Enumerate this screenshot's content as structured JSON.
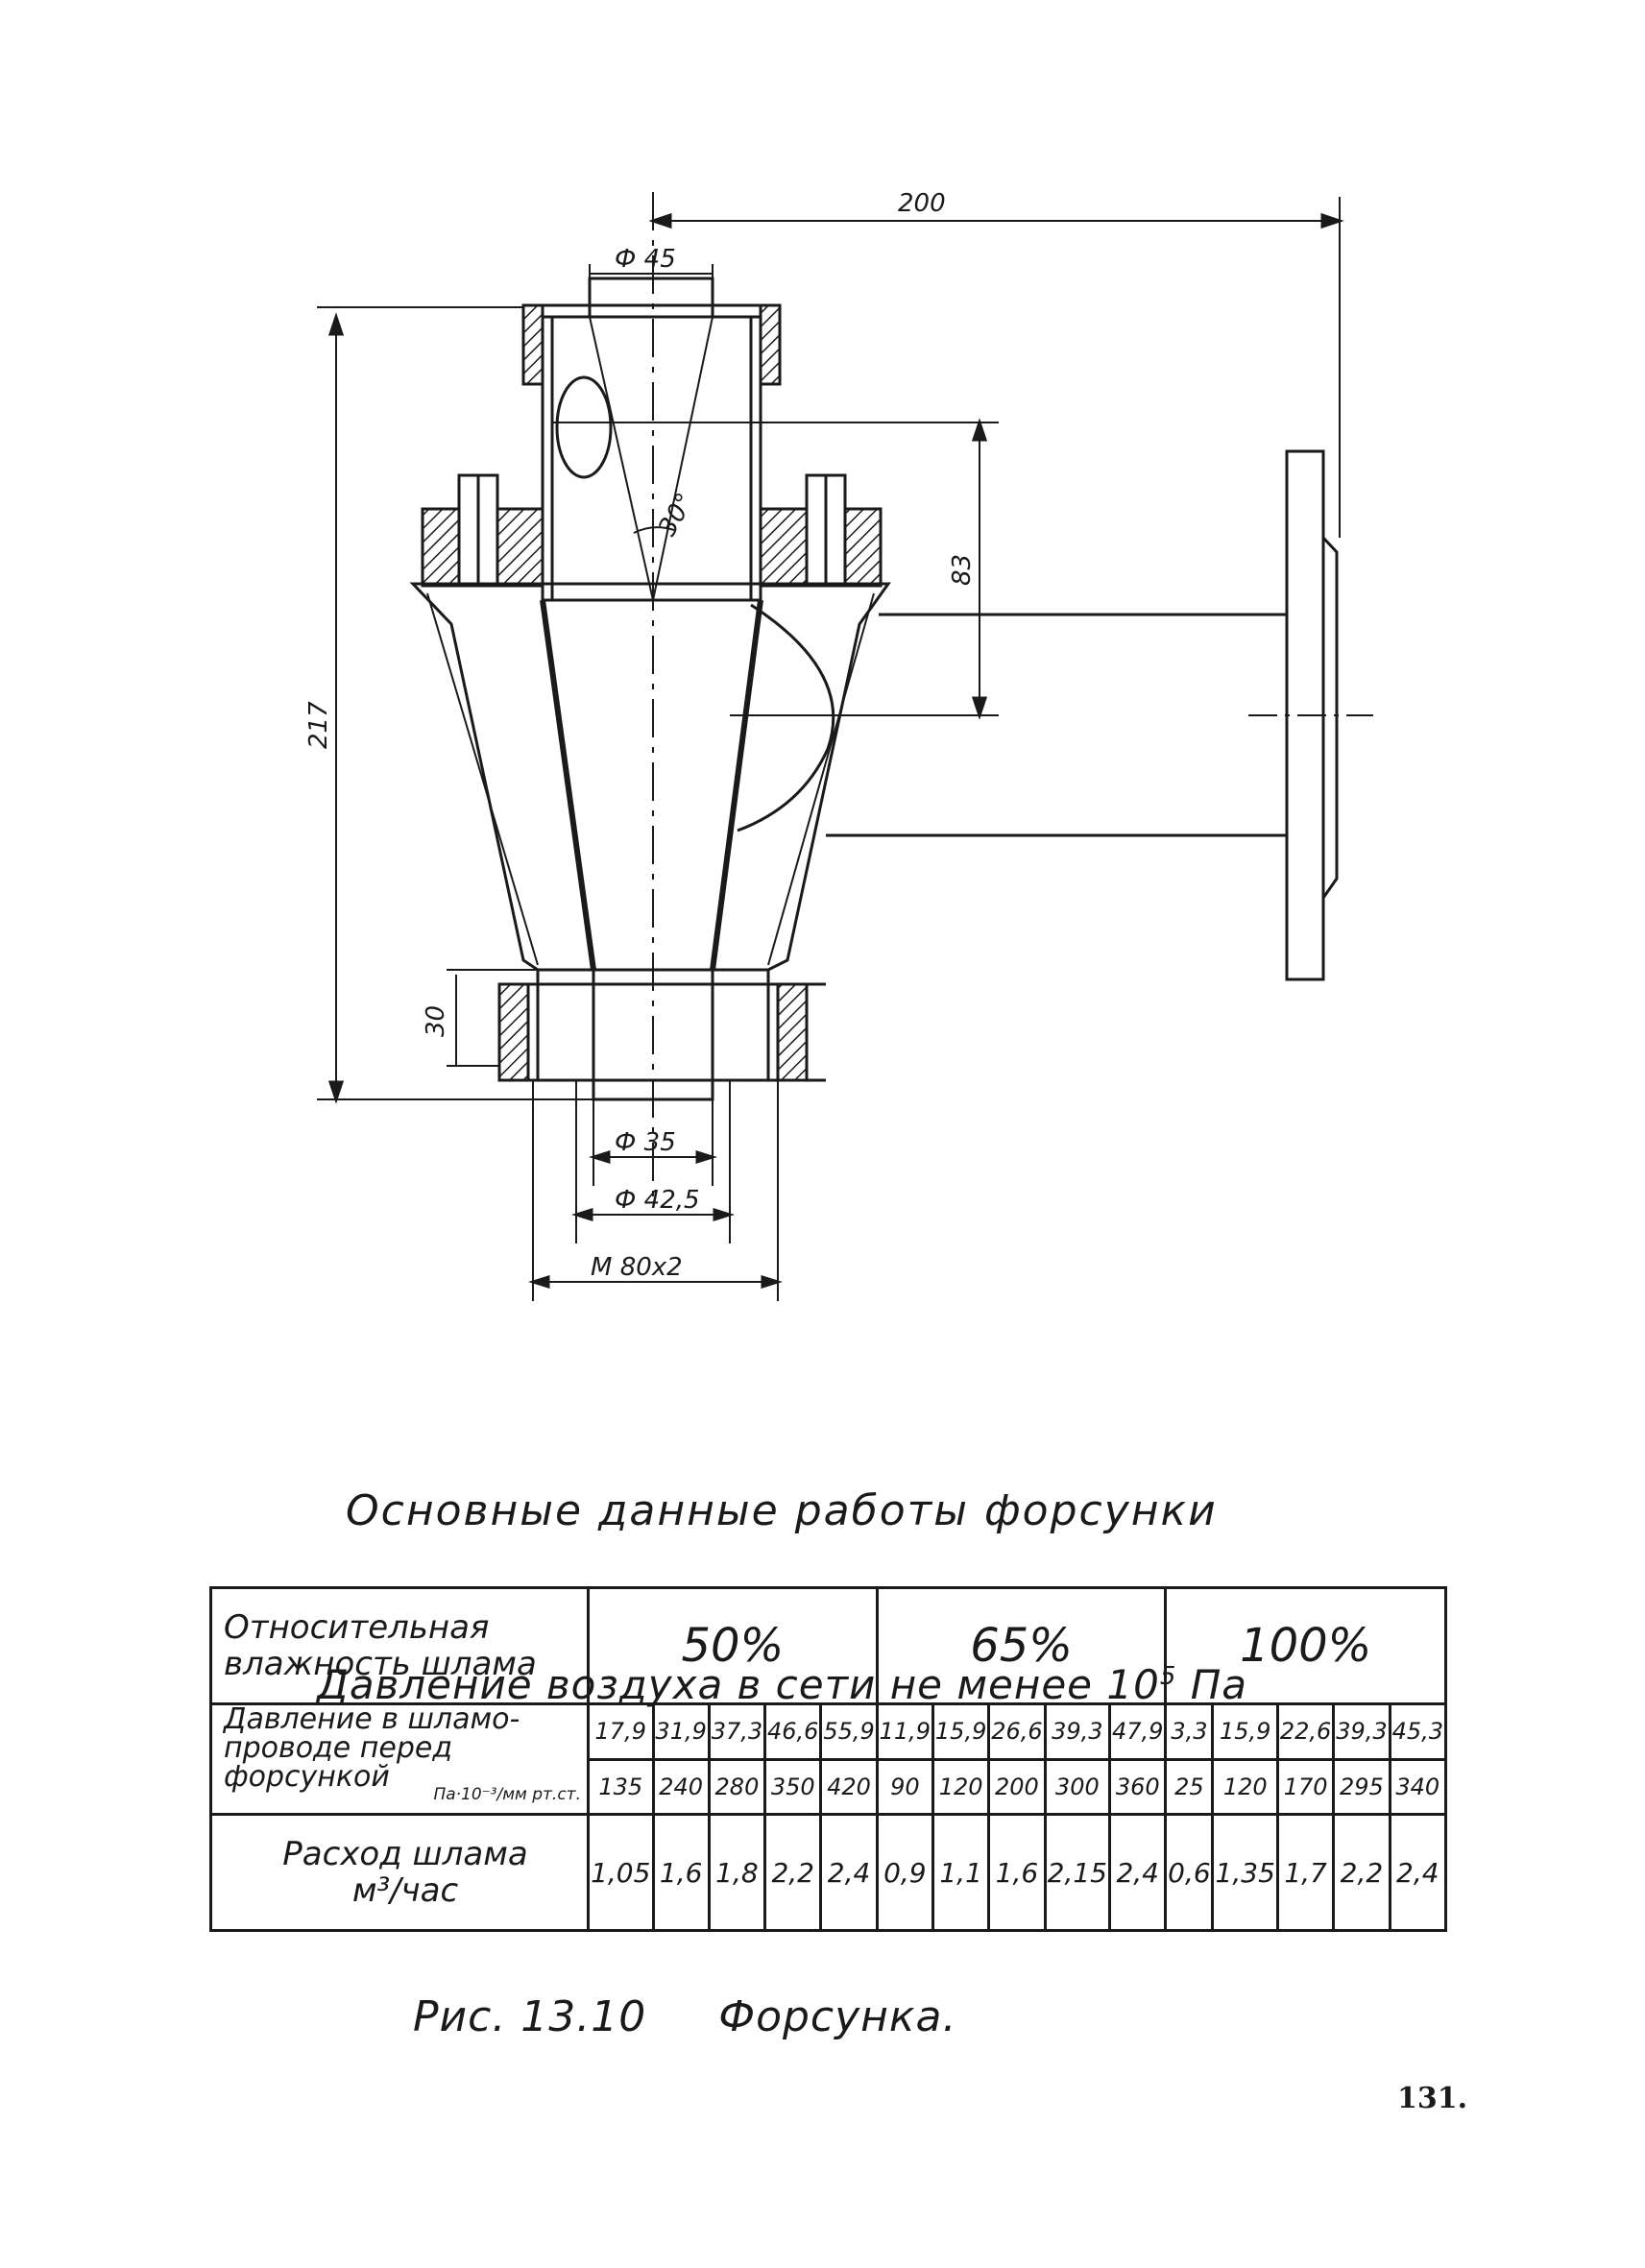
{
  "drawing": {
    "dimensions": {
      "phi45": "Ф 45",
      "d200": "200",
      "d217": "217",
      "d83": "83",
      "angle30": "30°",
      "d30": "30",
      "phi35": "Ф 35",
      "phi42_5": "Ф 42,5",
      "m80": "М 80х2"
    }
  },
  "table": {
    "title": "Основные данные работы форсунки",
    "header": {
      "label_line1": "Относительная",
      "label_line2": "влажность шлама",
      "groups": [
        "50%",
        "65%",
        "100%"
      ]
    },
    "pressure": {
      "label_line1": "Давление в шламо-",
      "label_line2": "проводе перед форсункой",
      "units": "Па·10⁻³/мм рт.ст.",
      "pa_row": [
        "17,9",
        "31,9",
        "37,3",
        "46,6",
        "55,9",
        "11,9",
        "15,9",
        "26,6",
        "39,3",
        "47,9",
        "3,3",
        "15,9",
        "22,6",
        "39,3",
        "45,3"
      ],
      "mm_row": [
        "135",
        "240",
        "280",
        "350",
        "420",
        "90",
        "120",
        "200",
        "300",
        "360",
        "25",
        "120",
        "170",
        "295",
        "340"
      ]
    },
    "flow": {
      "label_line1": "Расход шлама",
      "label_line2": "м³/час",
      "values": [
        "1,05",
        "1,6",
        "1,8",
        "2,2",
        "2,4",
        "0,9",
        "1,1",
        "1,6",
        "2,15",
        "2,4",
        "0,6",
        "1,35",
        "1,7",
        "2,2",
        "2,4"
      ]
    }
  },
  "air_note": {
    "text": "Давление воздуха в сети не менее 10",
    "exponent": "5",
    "unit": "Па"
  },
  "figure_caption": "Рис. 13.10     Форсунка.",
  "page_number": "131."
}
